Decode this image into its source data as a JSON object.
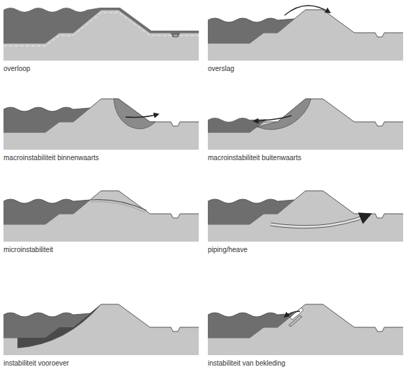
{
  "diagram": {
    "labels": [
      "overloop",
      "overslag",
      "macroinstabiliteit binnenwaarts",
      "macroinstabiliteit buitenwaarts",
      "microinstabiliteit",
      "piping/heave",
      "instabiliteit vooroever",
      "instabiliteit van bekleding"
    ]
  }
}
